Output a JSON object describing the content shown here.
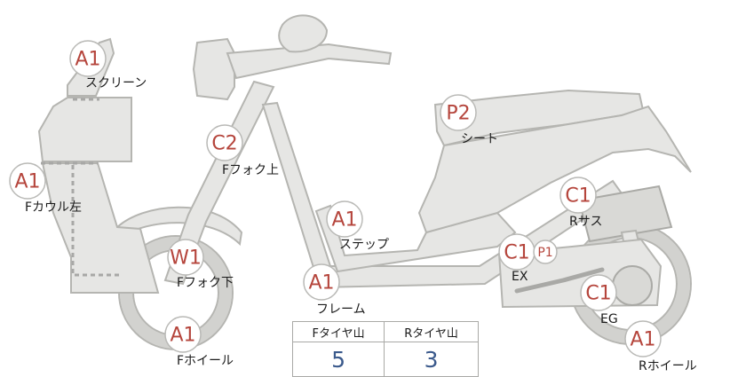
{
  "parts": [
    {
      "id": "screen",
      "code": "A1",
      "label": "スクリーン"
    },
    {
      "id": "front-cowl-left",
      "code": "A1",
      "label": "Fカウル左"
    },
    {
      "id": "front-fork-upper",
      "code": "C2",
      "label": "Fフォク上"
    },
    {
      "id": "front-fork-lower",
      "code": "W1",
      "label": "Fフォク下"
    },
    {
      "id": "front-wheel",
      "code": "A1",
      "label": "Fホイール"
    },
    {
      "id": "step",
      "code": "A1",
      "label": "ステップ"
    },
    {
      "id": "frame",
      "code": "A1",
      "label": "フレーム"
    },
    {
      "id": "seat",
      "code": "P2",
      "label": "シート"
    },
    {
      "id": "rear-suspension",
      "code": "C1",
      "label": "Rサス"
    },
    {
      "id": "exhaust",
      "code": "C1",
      "sub_code": "P1",
      "label": "EX"
    },
    {
      "id": "engine",
      "code": "C1",
      "label": "EG"
    },
    {
      "id": "rear-wheel",
      "code": "A1",
      "label": "Rホイール"
    }
  ],
  "tire_table": {
    "headers": [
      "Fタイヤ山",
      "Rタイヤ山"
    ],
    "values": [
      "5",
      "3"
    ]
  }
}
